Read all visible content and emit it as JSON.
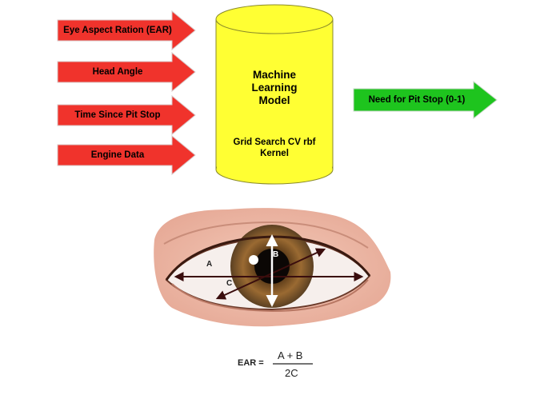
{
  "inputs": [
    {
      "label": "Eye Aspect Ration (EAR)"
    },
    {
      "label": "Head Angle"
    },
    {
      "label": "Time Since Pit Stop"
    },
    {
      "label": "Engine Data"
    }
  ],
  "model": {
    "title_line1": "Machine",
    "title_line2": "Learning",
    "title_line3": "Model",
    "subtitle_line1": "Grid Search CV rbf",
    "subtitle_line2": "Kernel"
  },
  "output": {
    "label": "Need for Pit Stop (0-1)"
  },
  "eye": {
    "label_a": "A",
    "label_b": "B",
    "label_c": "C"
  },
  "formula": {
    "lhs": "EAR =",
    "numerator": "A + B",
    "denominator": "2C"
  },
  "colors": {
    "input_arrow": "#f0332c",
    "model_cylinder": "#ffff33",
    "output_arrow": "#1ec41e",
    "iris": "#8a5a2b"
  }
}
